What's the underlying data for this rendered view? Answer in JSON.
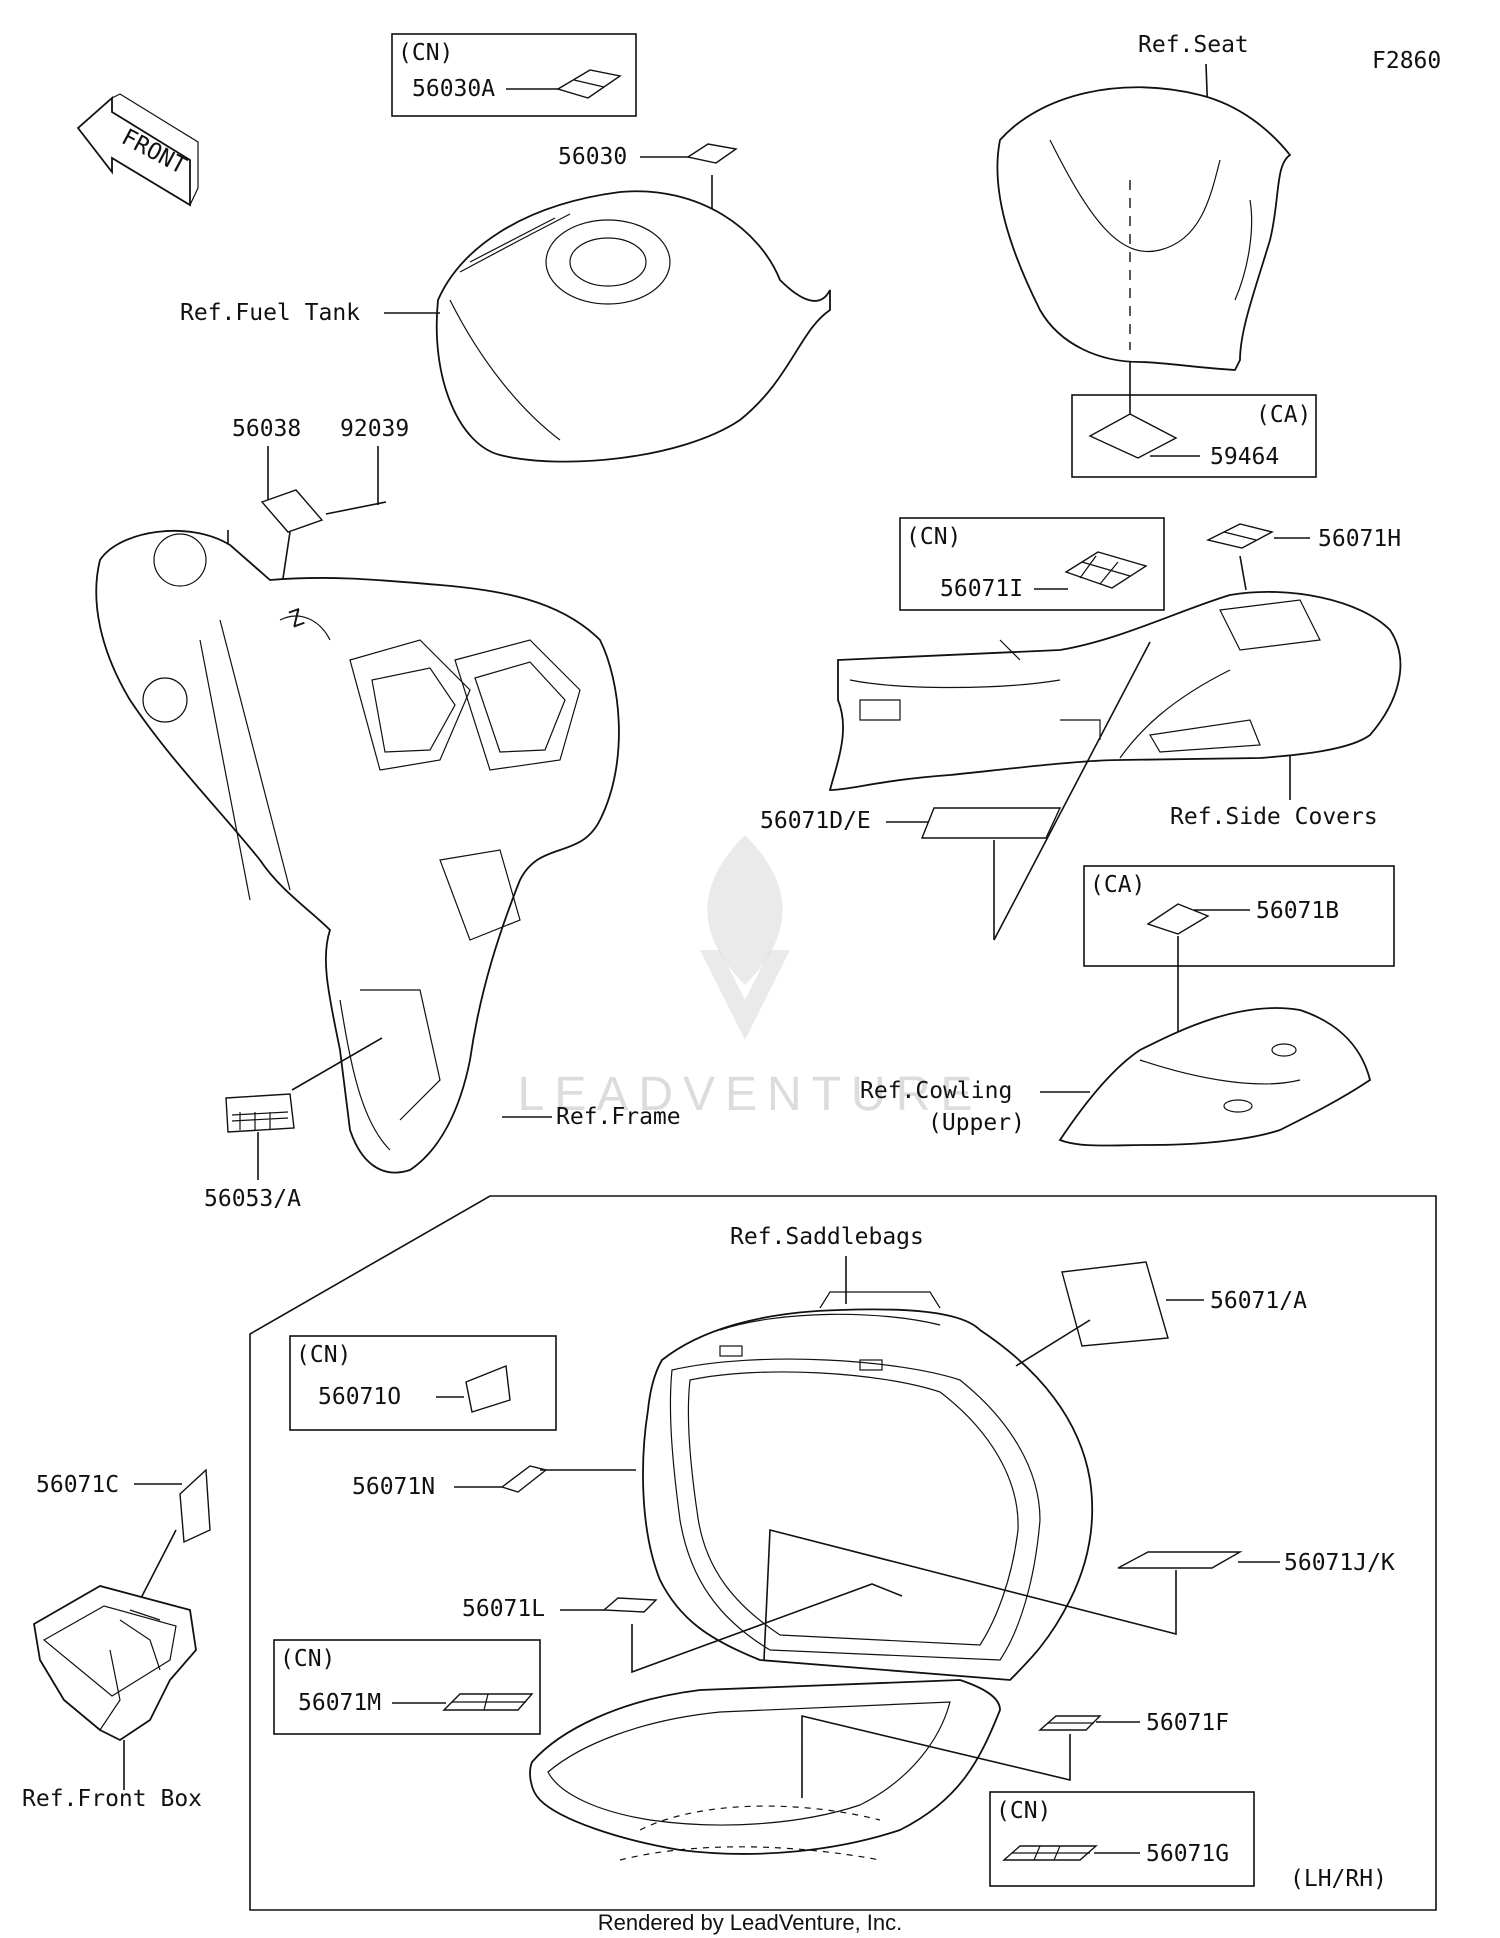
{
  "figure_code": "F2860",
  "footer": "Rendered by LeadVenture, Inc.",
  "watermark": "LEADVENTURE",
  "front_arrow": "FRONT",
  "region_tags": {
    "cn_1": "(CN)",
    "cn_2": "(CN)",
    "cn_3": "(CN)",
    "cn_4": "(CN)",
    "cn_5": "(CN)",
    "ca_1": "(CA)",
    "ca_2": "(CA)",
    "lhrh": "(LH/RH)"
  },
  "refs": {
    "seat": "Ref.Seat",
    "fuel_tank": "Ref.Fuel Tank",
    "side_covers": "Ref.Side Covers",
    "cowling": "Ref.Cowling",
    "cowling_sub": "(Upper)",
    "frame": "Ref.Frame",
    "saddlebags": "Ref.Saddlebags",
    "front_box": "Ref.Front Box"
  },
  "parts": {
    "p56030A": "56030A",
    "p56030": "56030",
    "p56038": "56038",
    "p92039": "92039",
    "p59464": "59464",
    "p56071H": "56071H",
    "p56071I": "56071I",
    "p56071DE": "56071D/E",
    "p56071B": "56071B",
    "p56053A": "56053/A",
    "p56071A": "56071/A",
    "p56071O": "56071O",
    "p56071C": "56071C",
    "p56071N": "56071N",
    "p56071JK": "56071J/K",
    "p56071L": "56071L",
    "p56071M": "56071M",
    "p56071F": "56071F",
    "p56071G": "56071G"
  },
  "icons": [
    "front-arrow-icon",
    "leadventure-logo-icon"
  ]
}
